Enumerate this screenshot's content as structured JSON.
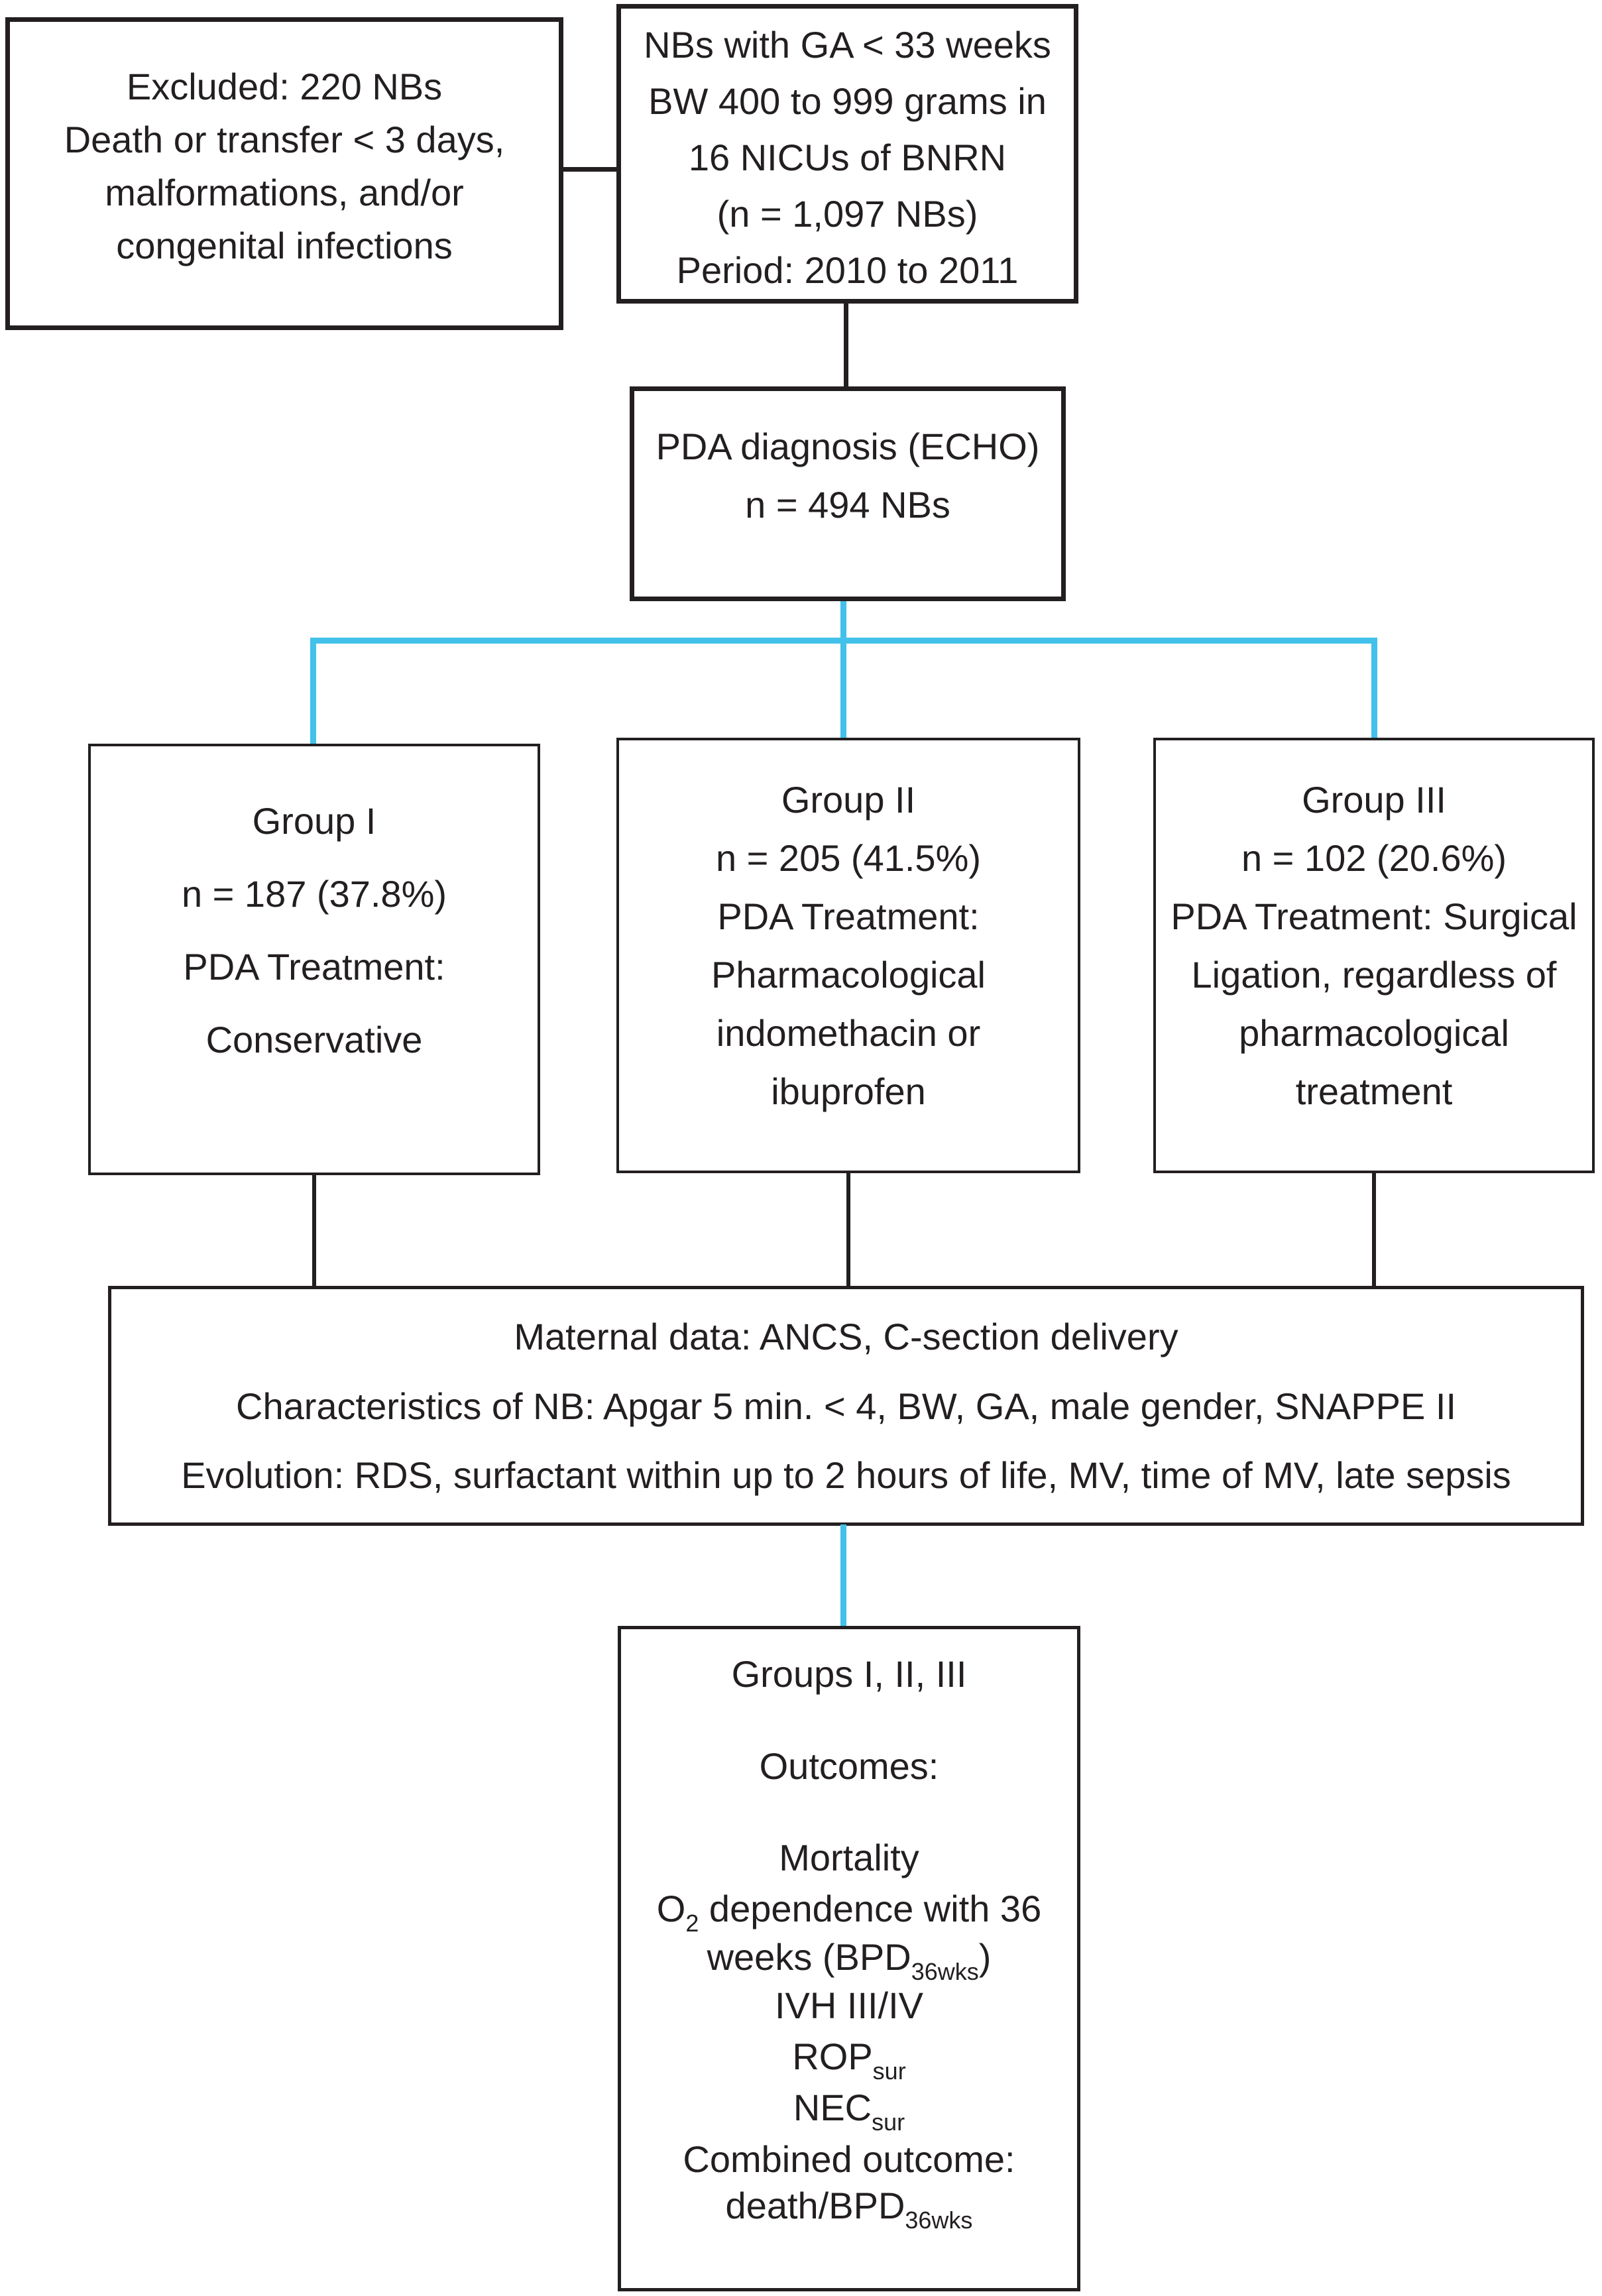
{
  "palette": {
    "ink": "#231f20",
    "branch_cyan": "#42c1ea",
    "background": "#ffffff"
  },
  "flowchart": {
    "excluded": {
      "lines": [
        "Excluded: 220 NBs",
        "Death or transfer < 3 days,",
        "malformations, and/or",
        "congenital infections"
      ]
    },
    "cohort": {
      "lines": [
        "NBs with GA < 33 weeks",
        "BW 400 to 999 grams in",
        "16 NICUs of BNRN",
        "(n = 1,097 NBs)",
        "Period: 2010 to 2011"
      ]
    },
    "pda": {
      "lines": [
        "PDA diagnosis (ECHO)",
        "n = 494 NBs"
      ]
    },
    "group1": {
      "lines": [
        "Group I",
        "n = 187 (37.8%)",
        "PDA Treatment:",
        "Conservative"
      ]
    },
    "group2": {
      "lines": [
        "Group II",
        "n = 205 (41.5%)",
        "PDA Treatment:",
        "Pharmacological",
        "indomethacin or",
        "ibuprofen"
      ]
    },
    "group3": {
      "lines": [
        "Group III",
        "n = 102 (20.6%)",
        "PDA Treatment: Surgical",
        "Ligation, regardless of",
        "pharmacological",
        "treatment"
      ]
    },
    "variables": {
      "lines": [
        "Maternal data: ANCS, C-section delivery",
        "Characteristics of NB: Apgar 5 min. < 4, BW, GA, male gender, SNAPPE II",
        "Evolution: RDS, surfactant within up to 2 hours of life, MV, time of MV, late sepsis"
      ]
    },
    "outcomes": {
      "groups_line": "Groups I, II, III",
      "heading": "Outcomes:",
      "mortality": "Mortality",
      "o2": {
        "pre": "O",
        "sub": "2",
        "post": " dependence with 36"
      },
      "weeks": {
        "pre": "weeks (BPD",
        "sub": "36wks",
        "post": ")"
      },
      "ivh": "IVH III/IV",
      "rop": {
        "pre": "ROP",
        "sub": "sur"
      },
      "nec": {
        "pre": "NEC",
        "sub": "sur"
      },
      "combined": "Combined outcome:",
      "death": {
        "pre": "death/BPD",
        "sub": "36wks"
      }
    }
  }
}
